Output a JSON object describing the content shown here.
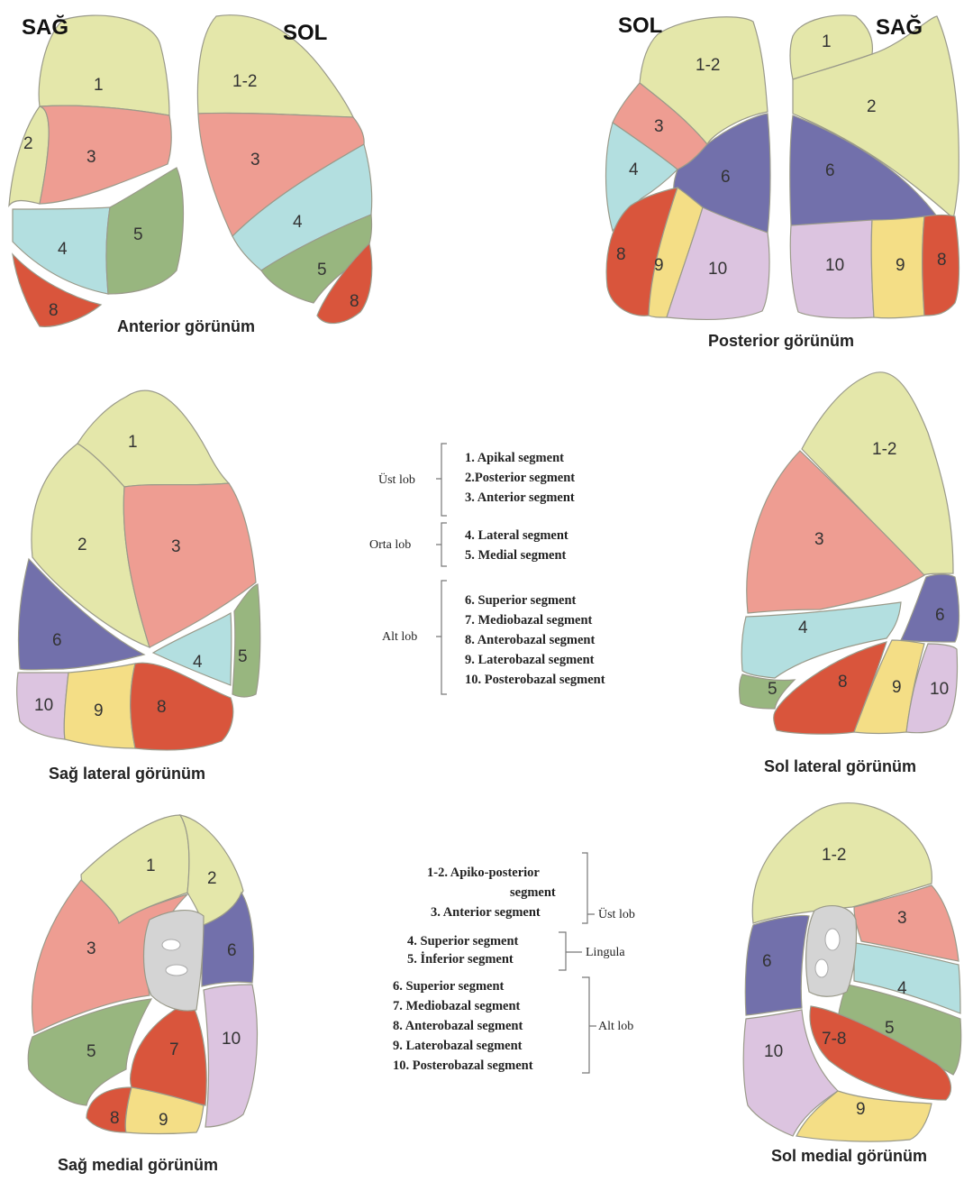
{
  "colors": {
    "apical": "#e4e7aa",
    "anterior": "#ee9d92",
    "lateral_mid": "#b3dfe0",
    "medial_mid": "#98b67f",
    "superior_lower": "#7270ab",
    "mediobasal": "#d9553c",
    "anterobasal": "#d9553c",
    "laterobasal": "#f4de86",
    "posterobasal": "#dcc4e0",
    "hilum": "#d4d4d4"
  },
  "sides": {
    "right_top_left": "SAĞ",
    "left_top_left": "SOL",
    "left_top_right": "SOL",
    "right_top_right": "SAĞ"
  },
  "captions": {
    "anterior": "Anterior görünüm",
    "posterior": "Posterior görünüm",
    "right_lateral": "Sağ lateral görünüm",
    "left_lateral": "Sol lateral görünüm",
    "right_medial": "Sağ medial görünüm",
    "left_medial": "Sol medial görünüm"
  },
  "segment_labels": {
    "s1": "1",
    "s2": "2",
    "s3": "3",
    "s4": "4",
    "s5": "5",
    "s6": "6",
    "s7": "7",
    "s8": "8",
    "s9": "9",
    "s10": "10",
    "s12": "1-2",
    "s78": "7-8"
  },
  "legend_right": {
    "upper_lobe": "Üst lob",
    "middle_lobe": "Orta lob",
    "lower_lobe": "Alt lob",
    "items": [
      "1. Apikal segment",
      "2.Posterior segment",
      "3. Anterior segment",
      "4. Lateral segment",
      "5. Medial segment",
      "6. Superior segment",
      "7. Mediobazal segment",
      "8. Anterobazal segment",
      "9. Laterobazal segment",
      "10. Posterobazal segment"
    ]
  },
  "legend_left": {
    "upper_lobe": "Üst lob",
    "lingula": "Lingula",
    "lower_lobe": "Alt lob",
    "items": [
      "1-2. Apiko-posterior",
      "segment",
      "3. Anterior segment",
      "4. Superior segment",
      "5. İnferior segment",
      "6. Superior segment",
      "7. Mediobazal segment",
      "8. Anterobazal segment",
      "9. Laterobazal segment",
      "10. Posterobazal segment"
    ]
  }
}
